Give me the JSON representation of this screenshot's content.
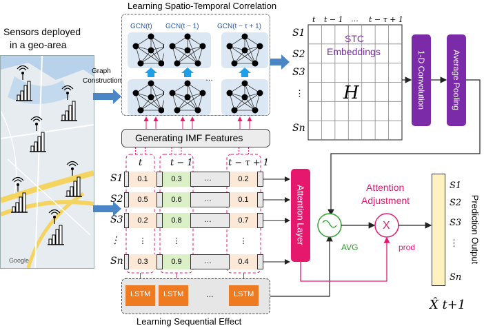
{
  "title_top": "Learning Spatio-Temporal Correlation",
  "title_bottom": "Learning Sequential Effect",
  "sensors_label": "Sensors deployed in a geo-area",
  "sensors_line1": "Sensors deployed",
  "sensors_line2": "in a geo-area",
  "graph_construction_line1": "Graph",
  "graph_construction_line2": "Construction",
  "gcn_labels": [
    "GCN(t)",
    "GCN(t − 1)",
    "GCN(t − τ + 1)"
  ],
  "ellipsis": "…",
  "imf_label": "Generating IMF Features",
  "stc_line1": "STC",
  "stc_line2": "Embeddings",
  "H_label": "H",
  "time_labels": [
    "t",
    "t − 1",
    "…",
    "t − τ + 1"
  ],
  "row_labels_top": [
    "S1",
    "S2",
    "S3",
    "⋮",
    "Sn"
  ],
  "conv_label": "1-D Convolution",
  "pool_label": "Average Pooling",
  "attention_layer": "Attention Layer",
  "attention_adjust_line1": "Attention",
  "attention_adjust_line2": "Adjustment",
  "avg_label": "AVG",
  "prod_label": "prod",
  "x_symbol": "X",
  "prediction_output": "Prediction Output",
  "xhat_label": "X̂ t+1",
  "lstm_label": "LSTM",
  "map_credit": "Google",
  "seq_rows": [
    {
      "label": "S1",
      "values": [
        "0.1",
        "0.3",
        "0.2"
      ]
    },
    {
      "label": "S2",
      "values": [
        "0.5",
        "0.6",
        "0.1"
      ]
    },
    {
      "label": "S3",
      "values": [
        "0.2",
        "0.8",
        "0.7"
      ]
    },
    {
      "label": "⋮",
      "values": [
        "⋮",
        "⋮",
        "⋮"
      ]
    },
    {
      "label": "Sn",
      "values": [
        "0.3",
        "0.9",
        "0.4"
      ]
    }
  ],
  "out_labels": [
    "S1",
    "S2",
    "S3",
    "⋮",
    "Sn"
  ],
  "colors": {
    "purple": "#7b2aa8",
    "pink": "#e6186e",
    "orange": "#ee7a22",
    "arrow_blue": "#4a86c6",
    "green": "#2ca02c"
  }
}
